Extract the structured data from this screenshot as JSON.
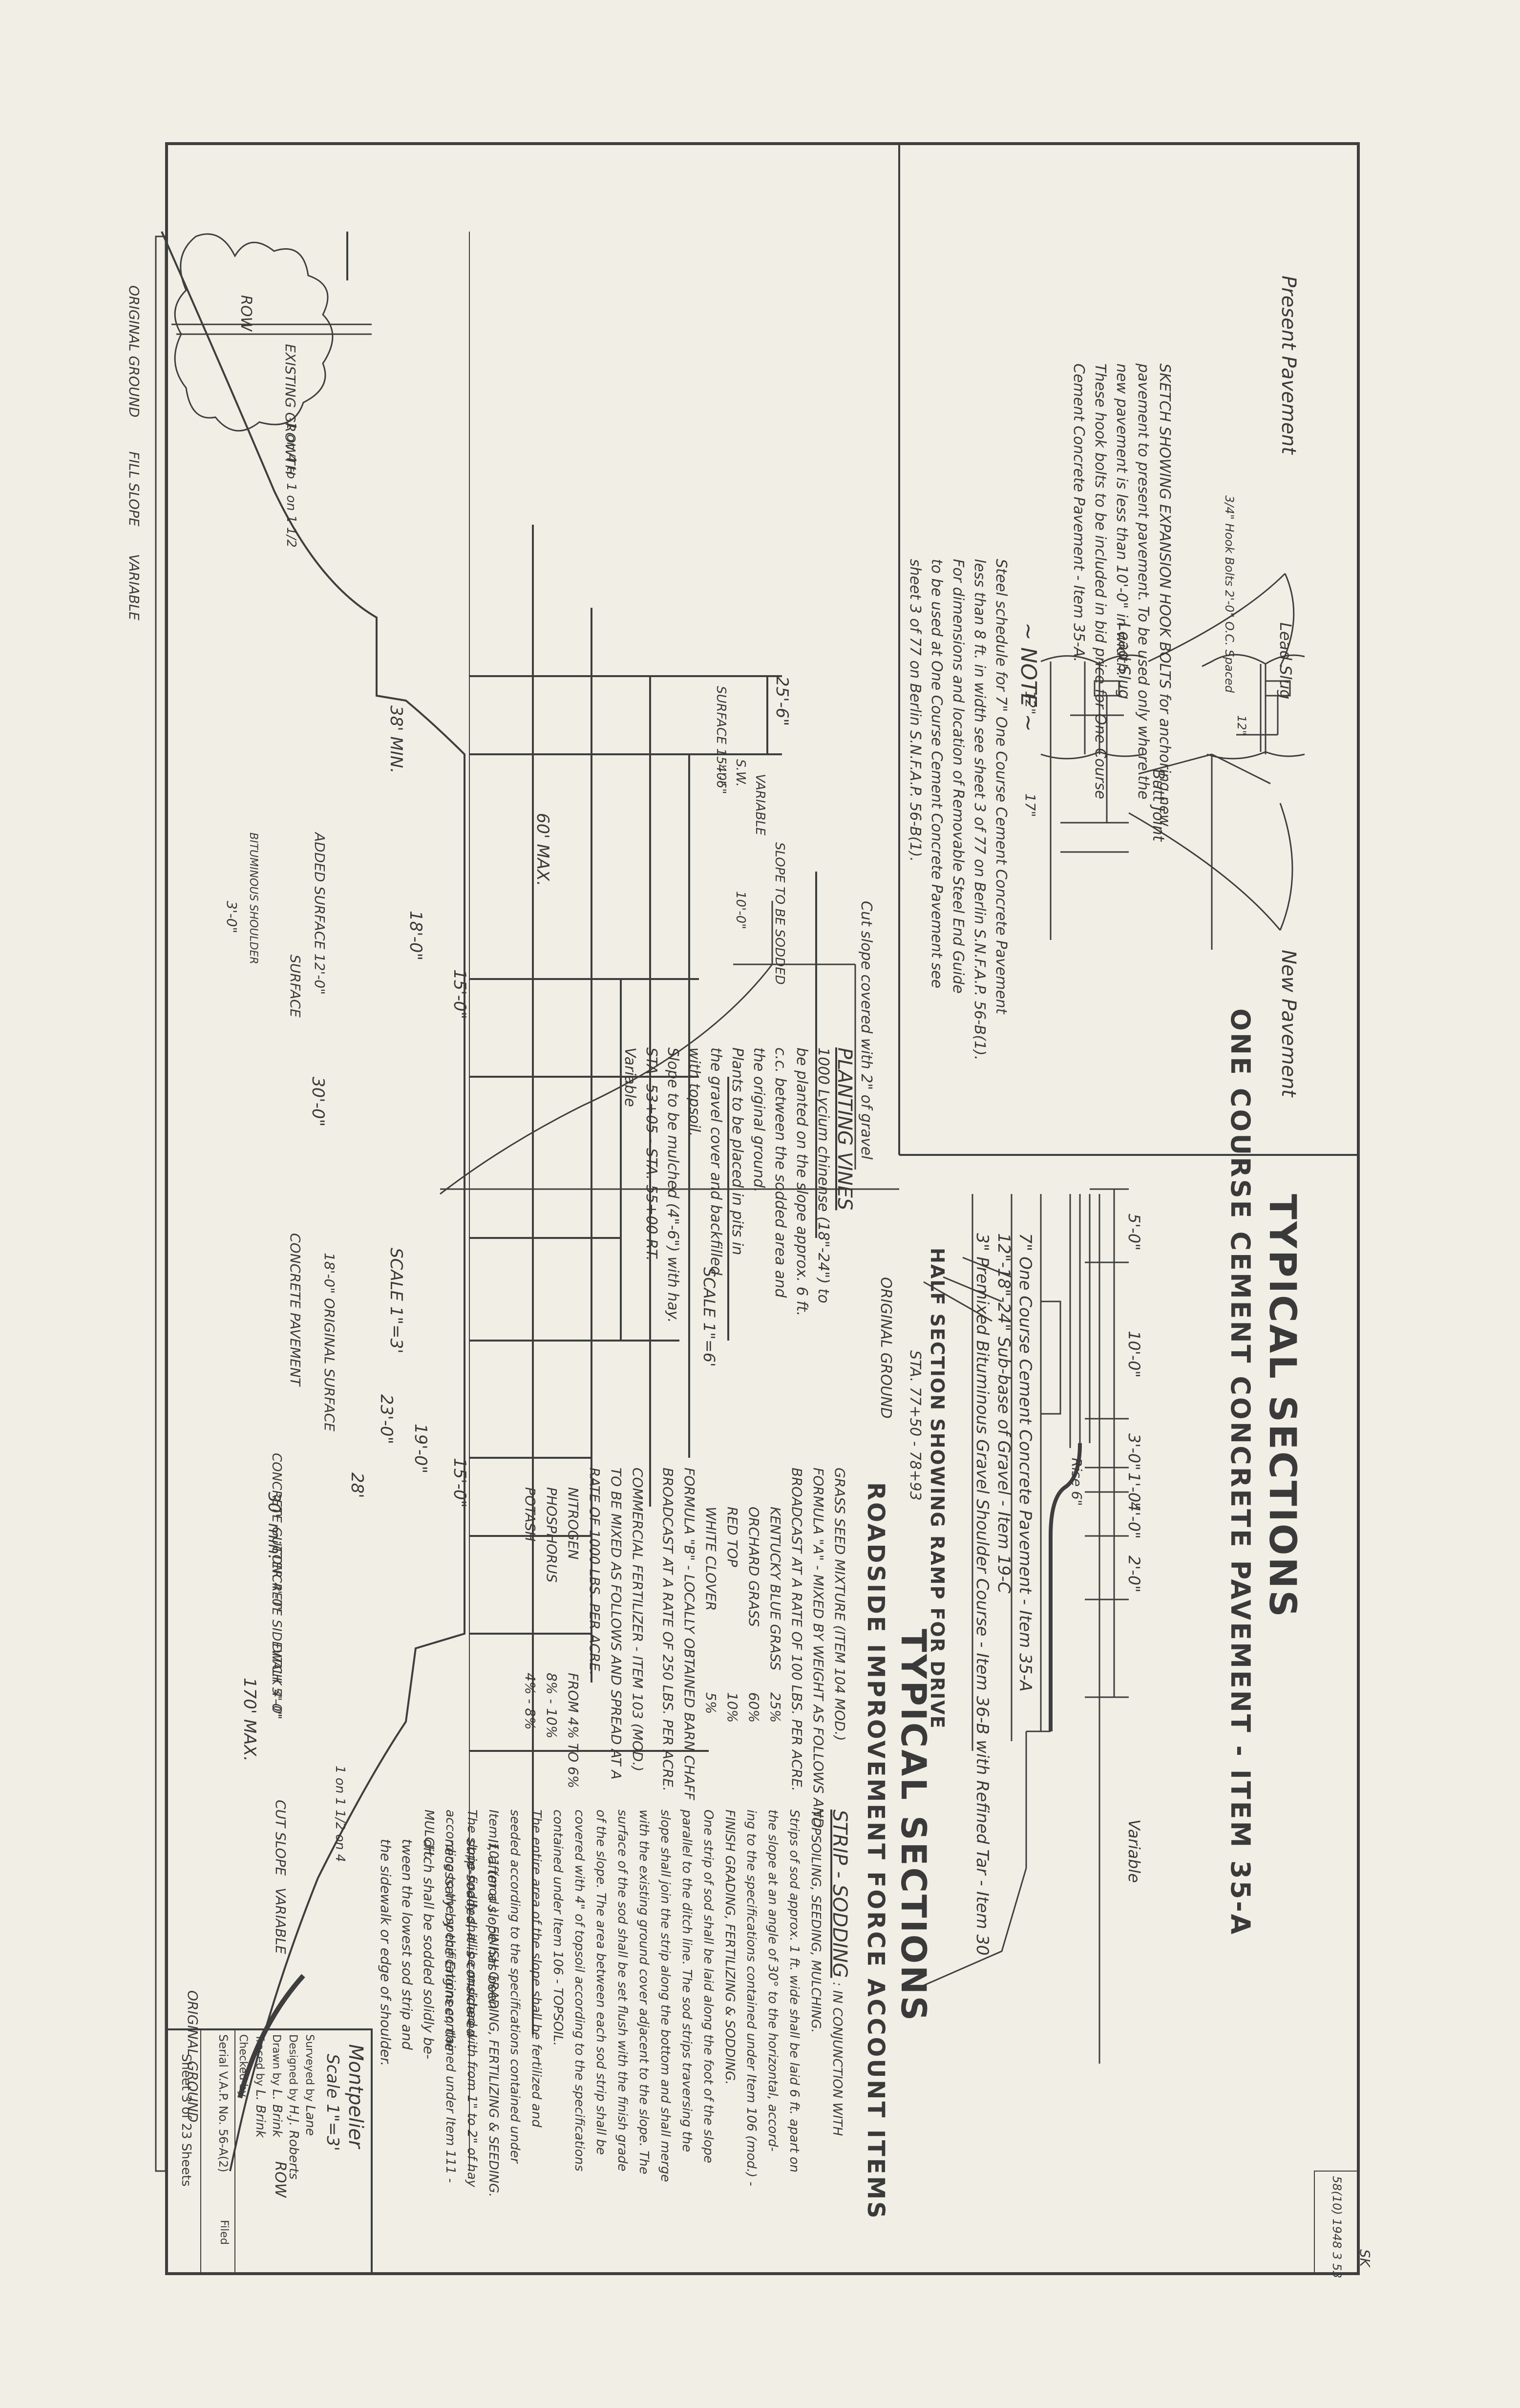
{
  "top_section": {
    "title": "TYPICAL SECTIONS",
    "subtitle": "ONE COURSE CEMENT CONCRETE PAVEMENT - ITEM 35-A"
  },
  "half_section": {
    "title": "HALF SECTION SHOWING RAMP FOR DRIVE",
    "station": "STA. 77+50 - 78+93",
    "dims": [
      "5'-0\"",
      "10'-0\"",
      "3'-0\"",
      "1'-0\"",
      "4'-0\"",
      "2'-0\"",
      "Variable"
    ],
    "ramp_label": "Rise 6\"",
    "notes": [
      "7\" One Course Cement Concrete Pavement - Item 35-A",
      "12\"-18\"-24\" Sub-base of Gravel - Item 19-C",
      "3\" Premixed Bituminous Gravel Shoulder Course - Item 36-B with Refined Tar - Item 30"
    ]
  },
  "hook_bolts": {
    "labels": [
      "Present Pavement",
      "New Pavement",
      "Lead Slug",
      "Lead Slug",
      "Butt Joint",
      "3/4\" Hook Bolts 2'-0\" O.C. Spaced",
      "12\"",
      "17\"",
      "12\""
    ],
    "note_lines": [
      "SKETCH SHOWING EXPANSION HOOK BOLTS for anchoring new",
      "pavement to present pavement. To be used only where the",
      "new pavement is less than 10'-0\" in width.",
      "These hook bolts to be included in bid price for One Course",
      "Cement Concrete Pavement - Item 35-A."
    ]
  },
  "note": {
    "title": "~ NOTE ~",
    "lines": [
      "Steel schedule for 7\" One Course Cement Concrete Pavement",
      "less than 8 ft. in width see sheet 3 of 77 on Berlin S.N.F.A.P. 56-B(1).",
      "For dimensions and location of Removable Steel End Guide",
      "to be used at One Course Cement Concrete Pavement see",
      "sheet 3 of 77 on Berlin S.N.F.A.P. 56-B(1)."
    ]
  },
  "roadside": {
    "title": "TYPICAL SECTIONS",
    "subtitle": "ROADSIDE IMPROVEMENT FORCE ACCOUNT ITEMS",
    "scale": "SCALE 1\"=6'",
    "cut_slope": "Cut slope covered with 2\" of gravel",
    "original_ground": "ORIGINAL GROUND",
    "planting": {
      "title": "PLANTING VINES",
      "lines": [
        "1000 Lycium chinense (18\"-24\") to",
        "be planted on the slope approx. 6 ft.",
        "c.c. between the sodded area and",
        "the original ground.",
        "Plants to be placed in pits in",
        "the gravel cover and backfilled",
        "with topsoil.",
        "Slope to be mulched (4\"-6\") with hay.",
        "STA. 53+05 - STA. 55+00 RT.",
        "Variable"
      ]
    },
    "grass": {
      "heading": "GRASS SEED MIXTURE (ITEM 104 MOD.)",
      "formula_a": "FORMULA \"A\" - MIXED BY WEIGHT AS FOLLOWS AND",
      "broadcast_a": "BROADCAST AT A RATE OF 100 LBS. PER ACRE.",
      "rows": [
        {
          "name": "KENTUCKY BLUE GRASS",
          "pct": "25%"
        },
        {
          "name": "ORCHARD GRASS",
          "pct": "60%"
        },
        {
          "name": "RED TOP",
          "pct": "10%"
        },
        {
          "name": "WHITE CLOVER",
          "pct": "5%"
        }
      ],
      "formula_b": "FORMULA \"B\" - LOCALLY OBTAINED BARN CHAFF",
      "broadcast_b": "BROADCAST AT A RATE OF 250 LBS. PER ACRE."
    },
    "fertilizer": {
      "heading": "COMMERCIAL FERTILIZER - ITEM 103 (MOD.)",
      "line1": "TO BE MIXED AS FOLLOWS AND SPREAD AT A",
      "line2": "RATE OF 1000 LBS. PER ACRE.",
      "rows": [
        {
          "name": "NITROGEN",
          "pct": "FROM 4% TO 6%"
        },
        {
          "name": "PHOSPHORUS",
          "pct": "8% - 10%"
        },
        {
          "name": "POTASH",
          "pct": "4% - 8%"
        }
      ]
    },
    "strip_sodding": {
      "title": "STRIP - SODDING",
      "lines": [
        ": IN CONJUNCTION WITH",
        "TOPSOILING, SEEDING, MULCHING.",
        "Strips of sod approx. 1 ft. wide shall be laid 6 ft. apart on",
        "the slope at an angle of 30° to the horizontal, accord-",
        "ing to the specifications contained under Item 106 (mod.) -",
        "FINISH GRADING, FERTILIZING & SODDING.",
        "One strip of sod shall be laid along the foot of the slope",
        "parallel to the ditch line. The sod strips traversing the",
        "slope shall join the strip along the bottom and shall merge",
        "with the existing ground cover adjacent to the slope. The",
        "surface of the sod shall be set flush with the finish grade",
        "of the slope. The area between each sod strip shall be",
        "covered with 4\" of topsoil according to the specifications",
        "contained under Item 106 - TOPSOIL.",
        "The entire area of the slope shall be fertilized and",
        "seeded according to the specifications contained under",
        "Item 101 (mod.) - FINISH GRADING, FERTILIZING & SEEDING.",
        "The slope finally shall be mulched with from 1\" to 2\" of hay",
        "according to the specifications contained under Item 111 -",
        "MULCH."
      ]
    },
    "footnote": [
      "If, after a slope has been",
      "strip-sodded, it is considered",
      "necessary by the Engineer, the",
      "ditch shall be sodded solidly be-",
      "tween the lowest sod strip and",
      "the sidewalk or edge of shoulder."
    ]
  },
  "bottom_section": {
    "existing_growth": "EXISTING GROWTH",
    "row": "ROW",
    "row_right": "ROW",
    "original_ground_left": "ORIGINAL GROUND",
    "original_ground_right": "ORIGINAL GROUND",
    "fill_slope": "FILL SLOPE",
    "variable": "VARIABLE",
    "slope_ratio_left": "1 on 4 to 1 on 1 1/2",
    "slope_ratio_right": "1 on 1 1/2 on 4",
    "dims": {
      "d25_6": "25'-6\"",
      "d60_max": "60' MAX.",
      "d38_min": "38' MIN.",
      "d18_0": "18'-0\"",
      "d15_0a": "15'-0\"",
      "d15_0b": "15'-0\"",
      "d19_0": "19'-0\"",
      "d23_0": "23'-0\"",
      "d28": "28'",
      "d30_min": "30' min.",
      "d170_max": "170' MAX.",
      "surface_15": "SURFACE 15'-0\"",
      "sw": "S.W.",
      "variable": "VARIABLE",
      "d4_6": "4'-6\"",
      "slope_sodded": "SLOPE TO BE SODDED",
      "d10_0": "10'-0\"",
      "added_surface": "ADDED SURFACE 12'-0\"",
      "surface": "SURFACE",
      "bituminous_shoulder": "BITUMINOUS SHOULDER",
      "d3_0": "3'-0\"",
      "d30_0": "30'-0\"",
      "orig_surface": "18'-0\" ORIGINAL SURFACE",
      "concrete_pavement": "CONCRETE PAVEMENT",
      "gutter": "CONCRETE GUTTER 4'-0\"",
      "sidewalk": "CONCRETE SIDEWALK 4'-0\"",
      "ditch": "DITCH 5'-0\"",
      "cut_slope": "CUT SLOPE",
      "cut_variable": "VARIABLE"
    },
    "scale": "SCALE 1\"=3'"
  },
  "title_block": {
    "project": "Montpelier",
    "scale": "Scale 1\"=3'",
    "rows": [
      {
        "label": "Surveyed by",
        "value": "Lane"
      },
      {
        "label": "Designed by",
        "value": "H.J. Roberts"
      },
      {
        "label": "Drawn by",
        "value": "L. Brink"
      },
      {
        "label": "Traced by",
        "value": "L. Brink"
      },
      {
        "label": "Checked by",
        "value": ""
      }
    ],
    "sheet_line": "Serial V.A.P. No. 56-A(2)",
    "sheet_no": "Sheet 3 of 23 Sheets",
    "filed": "Filed"
  },
  "stamp": "58(10) 1948 3 53",
  "corner_mark": "SK"
}
